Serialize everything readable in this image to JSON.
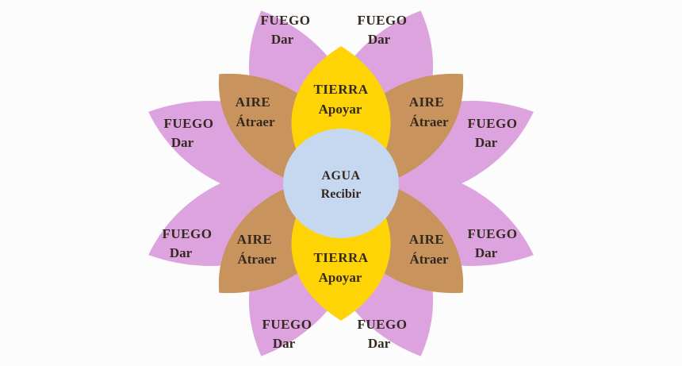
{
  "background_color": "#fcfcfc",
  "flower": {
    "center": {
      "label": "AGUA",
      "action": "Recibir",
      "color": "#c5d8f0"
    },
    "rings": {
      "tierra": {
        "label": "TIERRA",
        "action": "Apoyar",
        "color": "#ffd406",
        "petal_count": 2
      },
      "aire": {
        "label": "AIRE",
        "action": "Átraer",
        "color": "#c9935d",
        "petal_count": 4
      },
      "fuego": {
        "label": "FUEGO",
        "action": "Dar",
        "color": "#dda3de",
        "petal_count": 8
      }
    }
  }
}
